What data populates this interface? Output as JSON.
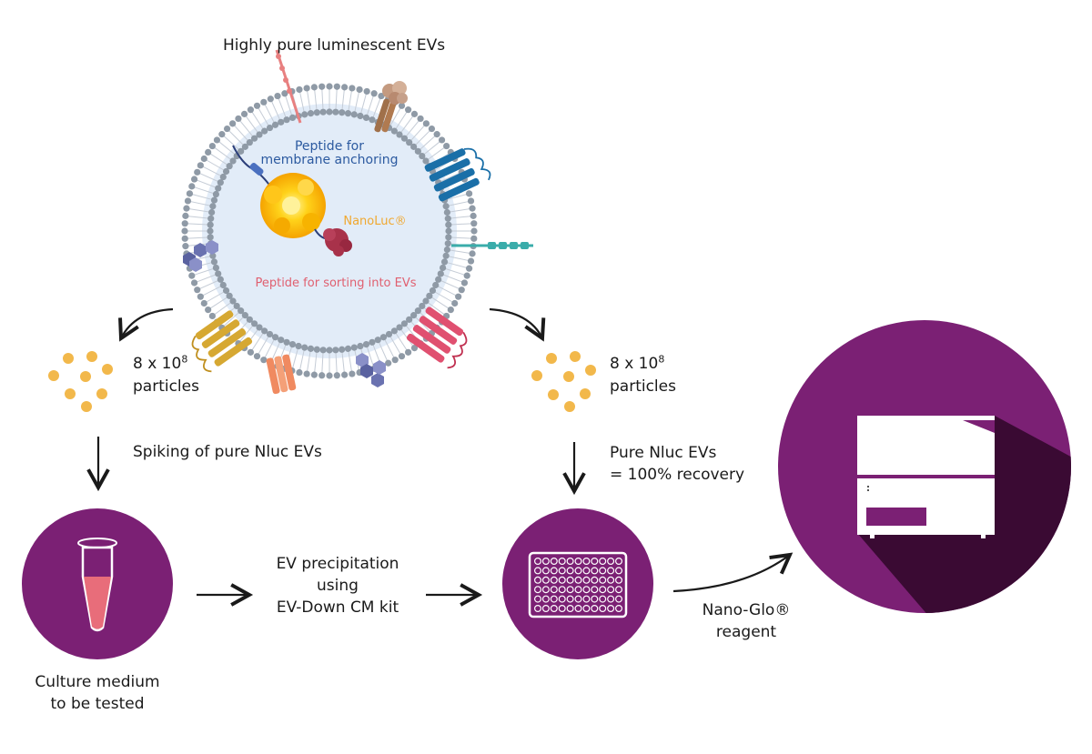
{
  "title": "Highly pure luminescent EVs",
  "ev": {
    "anchoring_line1": "Peptide for",
    "anchoring_line2": "membrane anchoring",
    "nanoluc": "NanoLuc®",
    "sorting": "Peptide for sorting into EVs"
  },
  "left_branch": {
    "count": "8 x 10",
    "exponent": "8",
    "unit": "particles",
    "step": "Spiking of pure Nluc EVs",
    "sample_line1": "Culture medium",
    "sample_line2": "to be tested"
  },
  "middle": {
    "line1": "EV precipitation",
    "line2": "using",
    "line3": "EV-Down CM kit"
  },
  "right_branch": {
    "count": "8 x 10",
    "exponent": "8",
    "unit": "particles",
    "step_line1": "Pure Nluc EVs",
    "step_line2": "= 100% recovery"
  },
  "reagent": {
    "line1": "Nano-Glo®",
    "line2": "reagent"
  },
  "colors": {
    "purple": "#7b2074",
    "dark_purple": "#3a0a33",
    "particle": "#f2b84b",
    "membrane": "#8f9aa6",
    "lumen": "#e2ecf8",
    "anchor_text": "#2c5aa0",
    "nanoluc_text": "#f0a830",
    "sorting_text": "#e06070"
  }
}
